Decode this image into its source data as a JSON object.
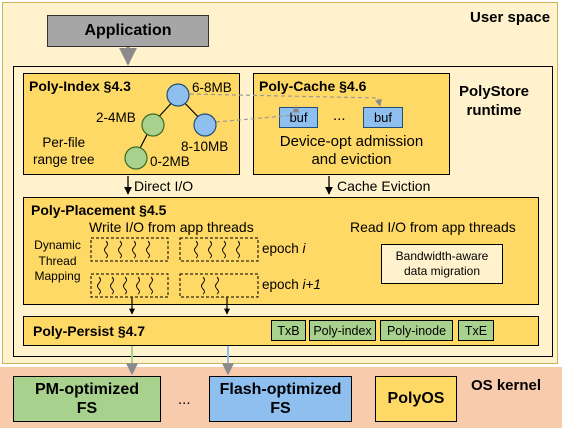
{
  "regions": {
    "user_space": "User space",
    "os_kernel": "OS kernel",
    "runtime": "PolyStore\nruntime"
  },
  "application": {
    "label": "Application"
  },
  "poly_index": {
    "title": "Poly-Index §4.3",
    "desc": "Per-file\nrange tree",
    "nodes": [
      "6-8MB",
      "2-4MB",
      "8-10MB",
      "0-2MB"
    ]
  },
  "poly_cache": {
    "title": "Poly-Cache §4.6",
    "buf1": "buf",
    "ellipsis": "...",
    "buf2": "buf",
    "desc": "Device-opt admission\nand eviction"
  },
  "arrows": {
    "direct_io": "Direct I/O",
    "cache_eviction": "Cache Eviction"
  },
  "poly_placement": {
    "title": "Poly-Placement §4.5",
    "write_io": "Write I/O from app threads",
    "read_io": "Read I/O from app threads",
    "dtm": "Dynamic\nThread\nMapping",
    "epoch_i_prefix": "epoch ",
    "epoch_i_var": "i",
    "epoch_i1_prefix": "epoch ",
    "epoch_i1_var": "i+1",
    "bandwidth": "Bandwidth-aware\ndata migration"
  },
  "poly_persist": {
    "title": "Poly-Persist §4.7",
    "chips": [
      "TxB",
      "Poly-index",
      "Poly-inode",
      "TxE"
    ]
  },
  "kernel": {
    "pm_fs": "PM-optimized\nFS",
    "ellipsis": "...",
    "flash_fs": "Flash-optimized\nFS",
    "polyos": "PolyOS"
  },
  "colors": {
    "yellow": "#FFD966",
    "light_yellow": "#FFF2CC",
    "orange": "#F8CBAD",
    "green": "#A9D18E",
    "blue": "#8FBFEF",
    "gray": "#A6A6A6"
  }
}
